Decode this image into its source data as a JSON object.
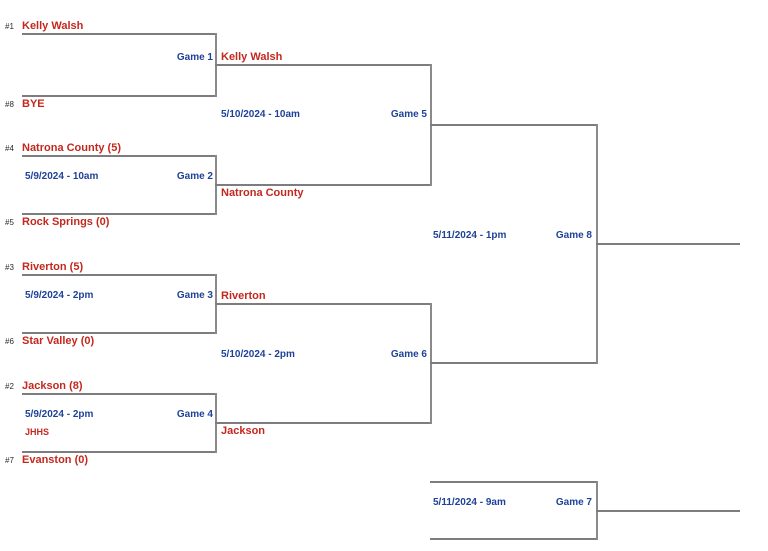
{
  "colors": {
    "team_name_red": "#c3281e",
    "game_info_blue": "#1f4298",
    "bracket_line_gray": "#7d7d7d",
    "seed_text_dark": "#2b2b2b",
    "background": "#ffffff"
  },
  "bracket": {
    "round1": {
      "game1": {
        "top_seed": "#1",
        "top_team": "Kelly Walsh",
        "bottom_seed": "#8",
        "bottom_team": "BYE",
        "game_label": "Game 1"
      },
      "game2": {
        "top_seed": "#4",
        "top_team": "Natrona County (5)",
        "bottom_seed": "#5",
        "bottom_team": "Rock Springs (0)",
        "datetime": "5/9/2024 - 10am",
        "game_label": "Game 2"
      },
      "game3": {
        "top_seed": "#3",
        "top_team": "Riverton (5)",
        "bottom_seed": "#6",
        "bottom_team": "Star Valley (0)",
        "datetime": "5/9/2024 - 2pm",
        "game_label": "Game 3"
      },
      "game4": {
        "top_seed": "#2",
        "top_team": "Jackson (8)",
        "bottom_seed": "#7",
        "bottom_team": "Evanston (0)",
        "datetime": "5/9/2024 - 2pm",
        "venue": "JHHS",
        "game_label": "Game 4"
      }
    },
    "round2": {
      "game5": {
        "top_winner": "Kelly Walsh",
        "bottom_winner": "Natrona County",
        "datetime": "5/10/2024 - 10am",
        "game_label": "Game 5"
      },
      "game6": {
        "top_winner": "Riverton",
        "bottom_winner": "Jackson",
        "datetime": "5/10/2024 - 2pm",
        "game_label": "Game 6"
      }
    },
    "championship": {
      "game8": {
        "datetime": "5/11/2024 - 1pm",
        "game_label": "Game 8"
      }
    },
    "consolation": {
      "game7": {
        "datetime": "5/11/2024 - 9am",
        "game_label": "Game 7"
      }
    }
  }
}
